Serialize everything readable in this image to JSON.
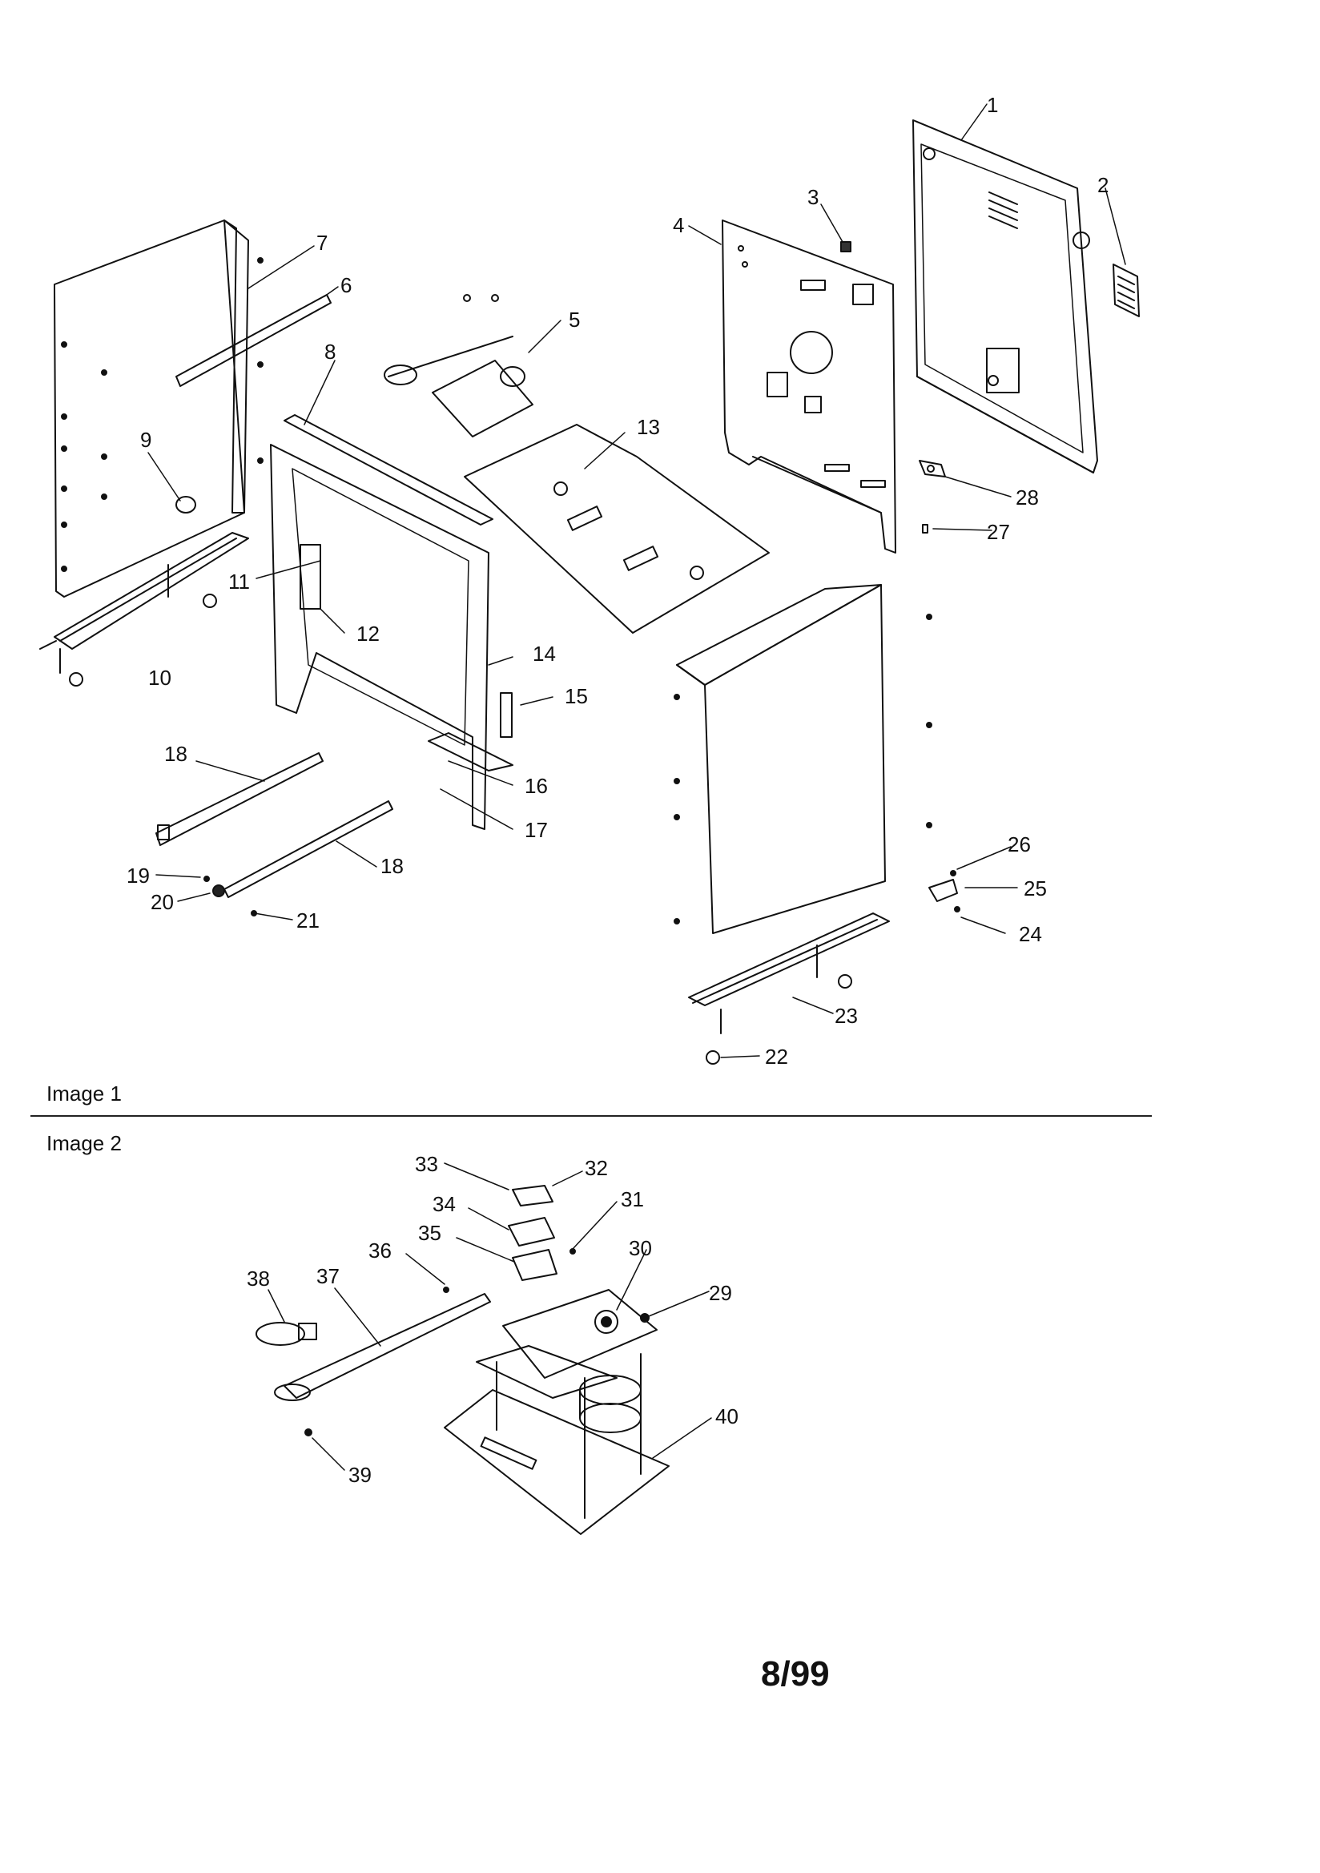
{
  "sections": {
    "image1_label": "Image 1",
    "image2_label": "Image 2"
  },
  "footer": {
    "page": "8/99"
  },
  "callouts": {
    "image1": [
      "1",
      "2",
      "3",
      "4",
      "5",
      "6",
      "7",
      "8",
      "9",
      "10",
      "11",
      "12",
      "13",
      "14",
      "15",
      "16",
      "17",
      "18",
      "18",
      "19",
      "20",
      "21",
      "22",
      "23",
      "24",
      "25",
      "26",
      "27",
      "28"
    ],
    "image2": [
      "29",
      "30",
      "31",
      "32",
      "33",
      "34",
      "35",
      "36",
      "37",
      "38",
      "39",
      "40"
    ]
  }
}
